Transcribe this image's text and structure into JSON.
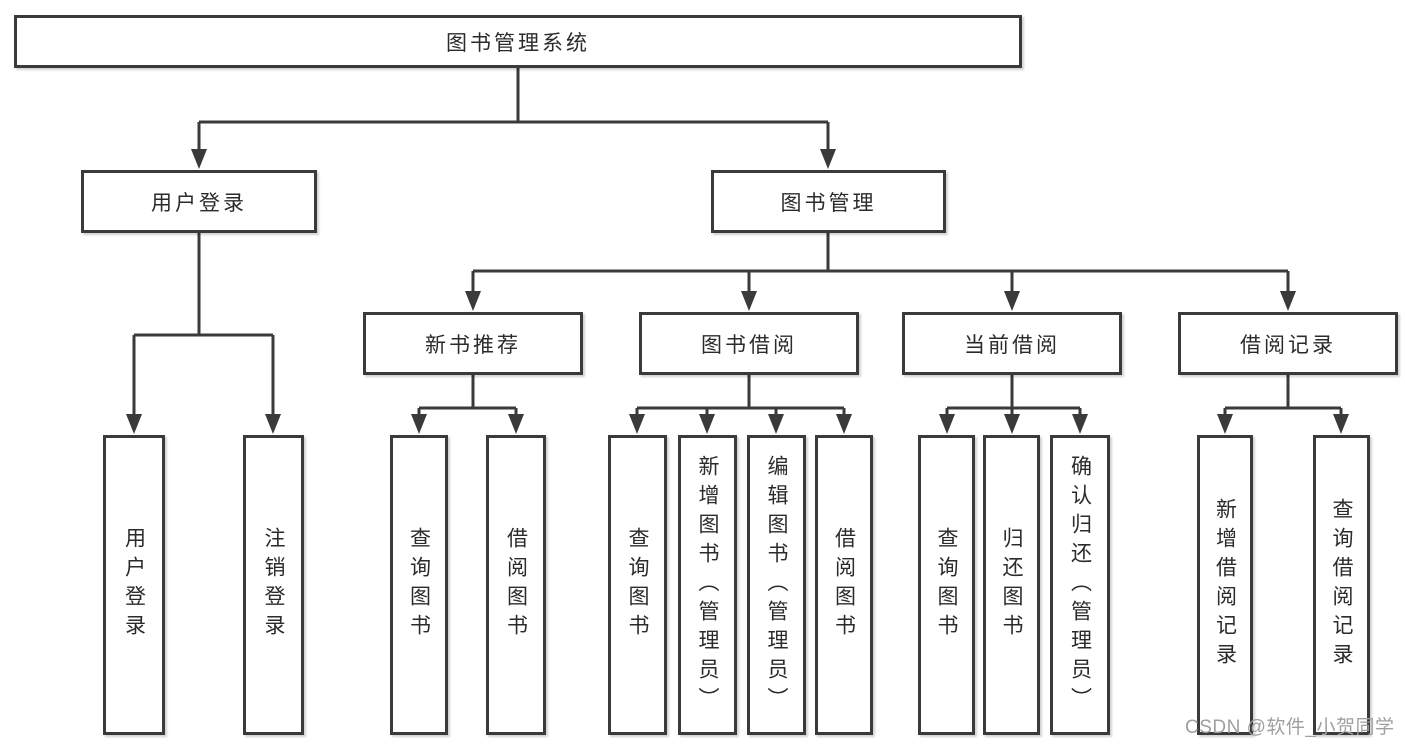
{
  "diagram": {
    "root": {
      "label": "图书管理系统"
    },
    "branches": [
      {
        "label": "用户登录",
        "leaves": [
          {
            "label": "用户登录"
          },
          {
            "label": "注销登录"
          }
        ]
      },
      {
        "label": "图书管理",
        "groups": [
          {
            "label": "新书推荐",
            "leaves": [
              {
                "label": "查询图书"
              },
              {
                "label": "借阅图书"
              }
            ]
          },
          {
            "label": "图书借阅",
            "leaves": [
              {
                "label": "查询图书"
              },
              {
                "label": "新增图书（管理员）"
              },
              {
                "label": "编辑图书（管理员）"
              },
              {
                "label": "借阅图书"
              }
            ]
          },
          {
            "label": "当前借阅",
            "leaves": [
              {
                "label": "查询图书"
              },
              {
                "label": "归还图书"
              },
              {
                "label": "确认归还（管理员）"
              }
            ]
          },
          {
            "label": "借阅记录",
            "leaves": [
              {
                "label": "新增借阅记录"
              },
              {
                "label": "查询借阅记录"
              }
            ]
          }
        ]
      }
    ]
  },
  "watermark": {
    "text": "CSDN @软件_小贺同学"
  },
  "colors": {
    "line": "#3a3a3a",
    "text": "#2b2b2b",
    "watermark": "#a0a0a0",
    "background": "#ffffff"
  }
}
